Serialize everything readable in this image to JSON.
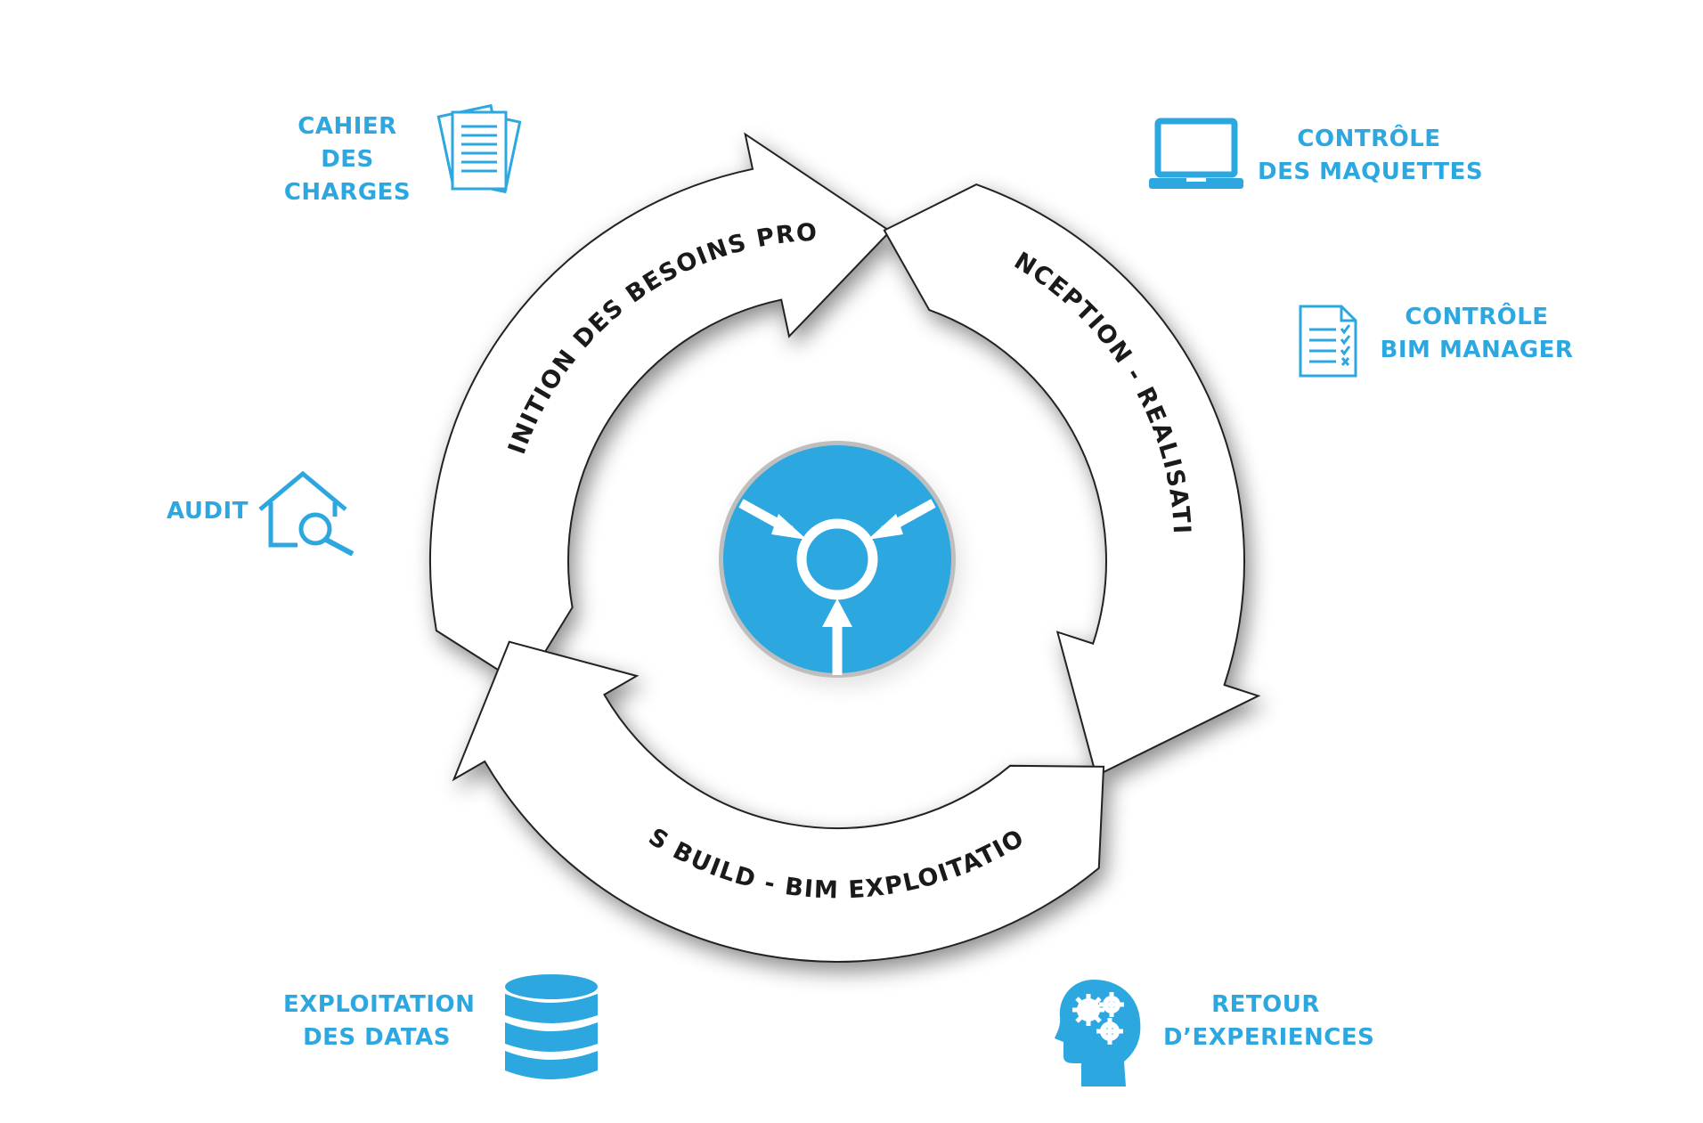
{
  "cycle": {
    "steps": [
      {
        "label": "DEFINITION DES BESOINS PROJET"
      },
      {
        "label": "CONCEPTION - REALISATION"
      },
      {
        "label": "AS BUILD - BIM EXPLOITATION"
      }
    ]
  },
  "items": {
    "cahier": {
      "lines": [
        "CAHIER",
        "DES",
        "CHARGES"
      ],
      "icon": "documents-icon"
    },
    "controle_maquettes": {
      "lines": [
        "CONTRÔLE",
        "DES MAQUETTES"
      ],
      "icon": "laptop-icon"
    },
    "controle_bim": {
      "lines": [
        "CONTRÔLE",
        "BIM MANAGER"
      ],
      "icon": "checklist-icon"
    },
    "audit": {
      "lines": [
        "AUDIT"
      ],
      "icon": "house-search-icon"
    },
    "exploitation": {
      "lines": [
        "EXPLOITATION",
        "DES DATAS"
      ],
      "icon": "database-icon"
    },
    "retour": {
      "lines": [
        "RETOUR",
        "D’EXPERIENCES"
      ],
      "icon": "head-gears-icon"
    }
  },
  "colors": {
    "accent": "#2da7e0",
    "ring_text": "#1a1a1a",
    "arrow_stroke": "#222222"
  }
}
